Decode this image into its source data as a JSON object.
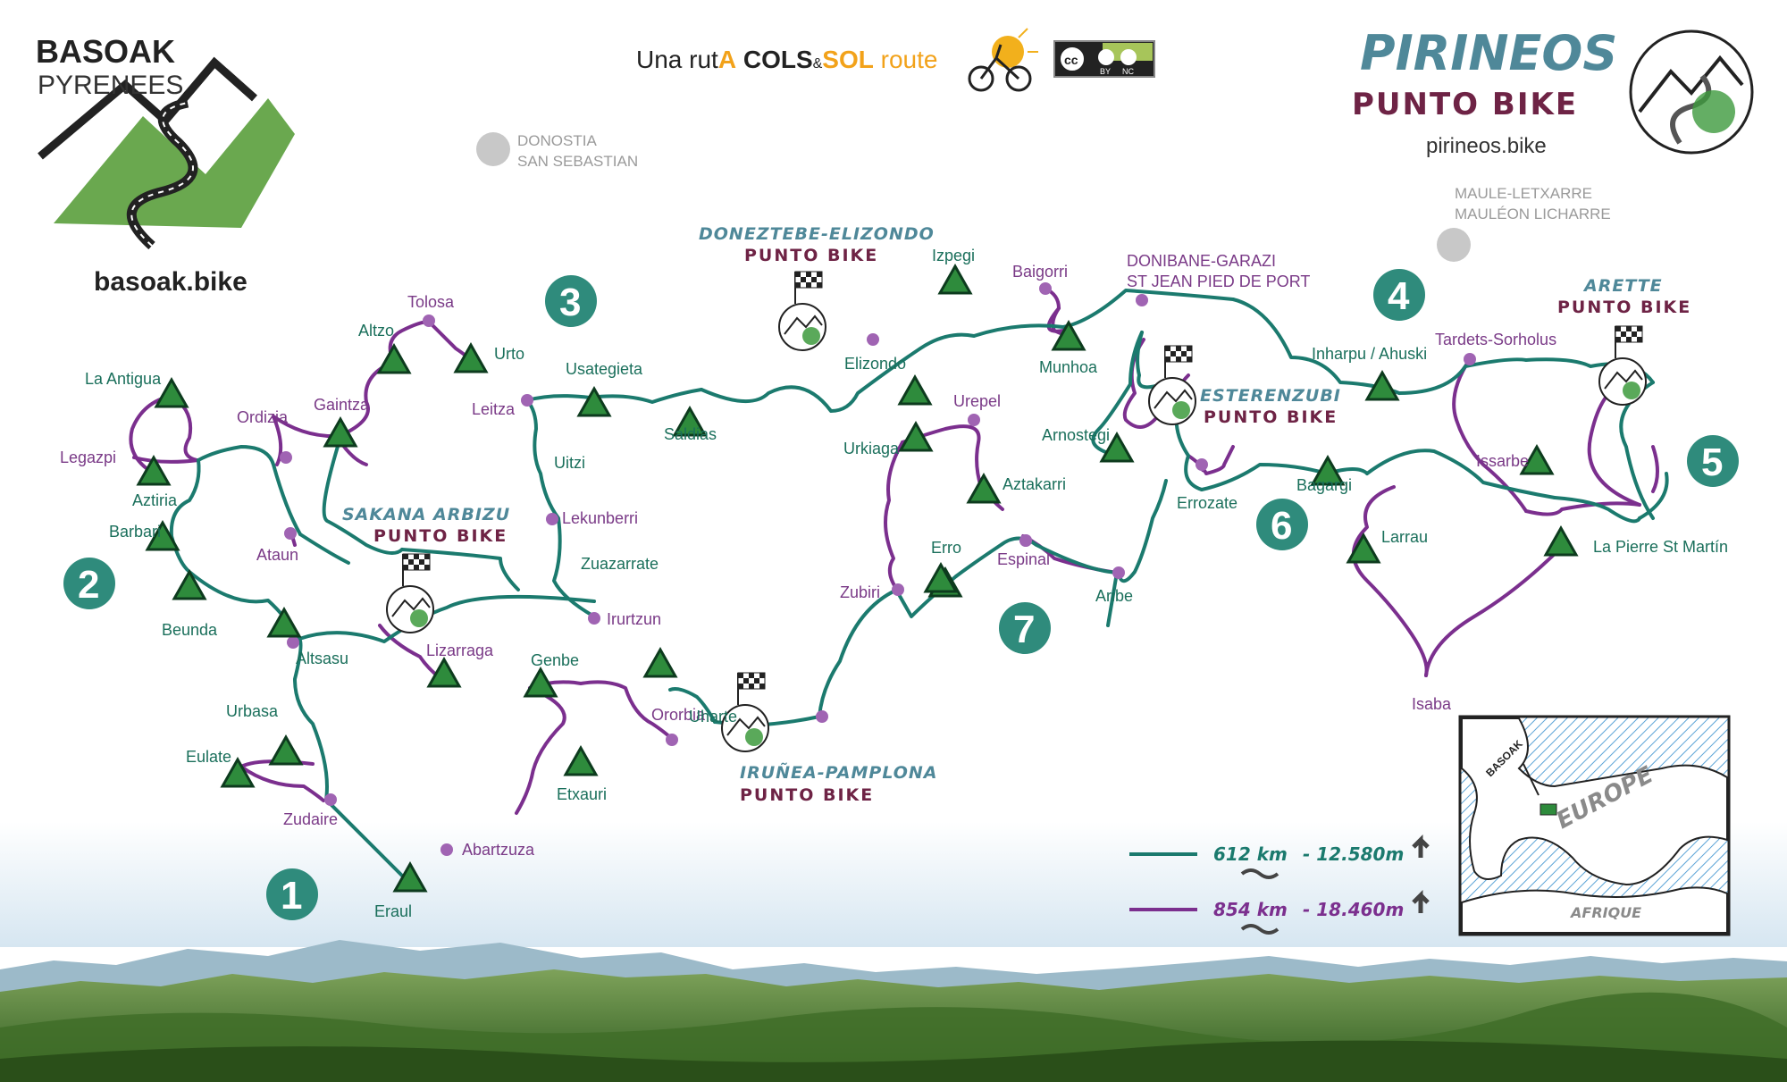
{
  "header": {
    "logo_title": "BASOAK",
    "logo_subtitle": "PYRENEES",
    "logo_url": "basoak.bike",
    "tagline_prefix": "Una rut",
    "tagline_a": "A",
    "tagline_cols": "COLS",
    "tagline_amp": "&",
    "tagline_sol": "SOL",
    "tagline_route": "route",
    "license_cc": "cc",
    "license_by": "BY",
    "license_nc": "NC",
    "brand_title": "PIRINEOS",
    "brand_subtitle": "PUNTO BIKE",
    "brand_url": "pirineos.bike"
  },
  "cities": [
    {
      "line1": "DONOSTIA",
      "line2": "SAN SEBASTIAN"
    },
    {
      "line1": "MAULE-LETXARRE",
      "line2": "MAULÉON LICHARRE"
    }
  ],
  "punto_bikes": [
    {
      "name": "SAKANA ARBIZU",
      "label": "PUNTO BIKE"
    },
    {
      "name": "DONEZTEBE-ELIZONDO",
      "label": "PUNTO BIKE"
    },
    {
      "name": "ESTERENZUBI",
      "label": "PUNTO BIKE"
    },
    {
      "name": "ARETTE",
      "label": "PUNTO BIKE"
    },
    {
      "name": "IRUÑEA-PAMPLONA",
      "label": "PUNTO BIKE"
    }
  ],
  "stage_numbers": [
    "1",
    "2",
    "3",
    "4",
    "5",
    "6",
    "7"
  ],
  "places": [
    "La Antigua",
    "Legazpi",
    "Aztiria",
    "Barbari",
    "Beunda",
    "Ordizia",
    "Gaintza",
    "Ataun",
    "Altzo",
    "Tolosa",
    "Urto",
    "Leitza",
    "Uitzi",
    "Lekunberri",
    "Zuazarrate",
    "Irurtzun",
    "Lizarraga",
    "Altsasu",
    "Urbasa",
    "Eulate",
    "Zudaire",
    "Eraul",
    "Abartzuza",
    "Genbe",
    "Etxauri",
    "Ororbia",
    "Uharte",
    "Usategieta",
    "Saldias",
    "Elizondo",
    "Izpegi",
    "Baigorri",
    "Munhoa",
    "DONIBANE-GARAZI",
    "ST JEAN PIED DE PORT",
    "Arnostegi",
    "Errozate",
    "Bagargi",
    "Inharpu / Ahuski",
    "Tardets-Sorholus",
    "Issarbe",
    "Larrau",
    "La Pierre St Martín",
    "Isaba",
    "Urkiaga",
    "Urepel",
    "Aztakarri",
    "Erro",
    "Espinal",
    "Aribe",
    "Zubiri"
  ],
  "legend": [
    {
      "distance": "612 km",
      "elevation": "- 12.580m",
      "color": "#1b7a6e"
    },
    {
      "distance": "854 km",
      "elevation": "- 18.460m",
      "color": "#7b2f8e"
    }
  ],
  "inset": {
    "europe": "EUROPE",
    "afrique": "AFRIQUE",
    "marker": "BASOAK"
  },
  "colors": {
    "teal_route": "#1b7a6e",
    "purple_route": "#7b2f8e",
    "peak": "#2e8b3c",
    "stage_circle": "#2f8b7c"
  }
}
